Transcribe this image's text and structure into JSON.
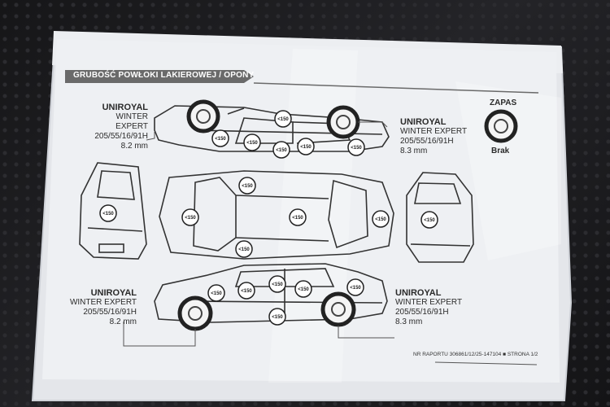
{
  "header": {
    "title": "GRUBOŚĆ POWŁOKI LAKIEROWEJ / OPONY"
  },
  "tires": {
    "front_left": {
      "brand": "UNIROYAL",
      "model": "WINTER EXPERT",
      "size": "205/55/16/91H",
      "depth": "8.2 mm"
    },
    "front_right": {
      "brand": "UNIROYAL",
      "model": "WINTER EXPERT",
      "size": "205/55/16/91H",
      "depth": "8.3 mm"
    },
    "rear_left": {
      "brand": "UNIROYAL",
      "model": "WINTER EXPERT",
      "size": "205/55/16/91H",
      "depth": "8.2 mm"
    },
    "rear_right": {
      "brand": "UNIROYAL",
      "model": "WINTER EXPERT",
      "size": "205/55/16/91H",
      "depth": "8.3 mm"
    }
  },
  "spare": {
    "label": "ZAPAS",
    "status": "Brak"
  },
  "measurement_label": "<150",
  "footer": {
    "report": "NR RAPORTU 306861/12/25-147104 ■ STRONA 1/2"
  }
}
